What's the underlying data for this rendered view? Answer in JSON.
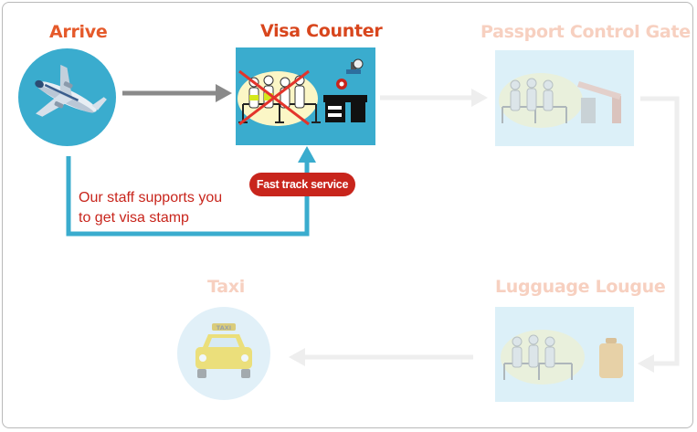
{
  "steps": {
    "arrive": {
      "title": "Arrive",
      "icon": "airplane-icon"
    },
    "visa": {
      "title": "Visa Counter",
      "icon": "crossed-out-queue-icon"
    },
    "passport": {
      "title": "Passport Control Gate",
      "icon": "queue-gate-icon"
    },
    "luggage": {
      "title": "Lugguage Lougue",
      "icon": "queue-luggage-icon"
    },
    "taxi": {
      "title": "Taxi",
      "icon": "taxi-icon",
      "sign": "TAXI"
    }
  },
  "support_note": {
    "line1": "Our staff supports you",
    "line2": "to get visa stamp"
  },
  "fast_track": {
    "label": "Fast track service"
  },
  "colors": {
    "accent_orange": "#e55a2b",
    "accent_red": "#c8251c",
    "accent_blue": "#3aacce",
    "arrow_gray": "#8a8a8a",
    "faded_box": "#dcf0f8"
  }
}
